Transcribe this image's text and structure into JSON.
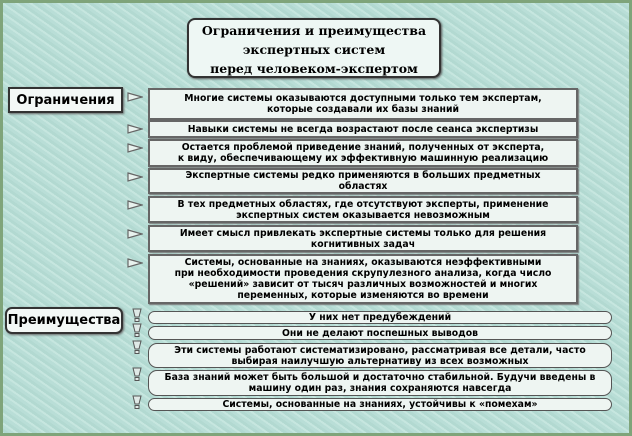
{
  "title": [
    "Ограничения и преимущества",
    "экспертных систем",
    "перед человеком-экспертом"
  ],
  "limitations": {
    "label": "Ограничения",
    "items": [
      [
        "Многие системы оказываются доступными только тем экспертам,",
        "которые создавали их базы знаний"
      ],
      [
        "Навыки системы не всегда возрастают после сеанса экспертизы"
      ],
      [
        "Остается проблемой приведение знаний, полученных от эксперта,",
        "к виду, обеспечивающему их эффективную машинную реализацию"
      ],
      [
        "Экспертные системы редко применяются в больших предметных",
        "областях"
      ],
      [
        "В тех предметных областях, где отсутствуют эксперты, применение",
        "экспертных систем оказывается невозможным"
      ],
      [
        "Имеет смысл привлекать экспертные системы только для решения",
        "когнитивных задач"
      ],
      [
        "Системы, основанные на знаниях, оказываются неэффективными",
        "при необходимости проведения скрупулезного анализа, когда число",
        "«решений» зависит от тысяч различных возможностей и многих",
        "переменных, которые изменяются во времени"
      ]
    ]
  },
  "advantages": {
    "label": "Преимущества",
    "items": [
      [
        "У них нет предубеждений"
      ],
      [
        "Они не делают поспешных выводов"
      ],
      [
        "Эти системы работают систематизировано, рассматривая все детали, часто",
        "выбирая наилучшую альтернативу из всех возможных"
      ],
      [
        "База знаний может быть большой и достаточно стабильной. Будучи введены в",
        "машину один раз, знания сохраняются навсегда"
      ],
      [
        "Системы, основанные на знаниях, устойчивы к «помехам»"
      ]
    ]
  }
}
